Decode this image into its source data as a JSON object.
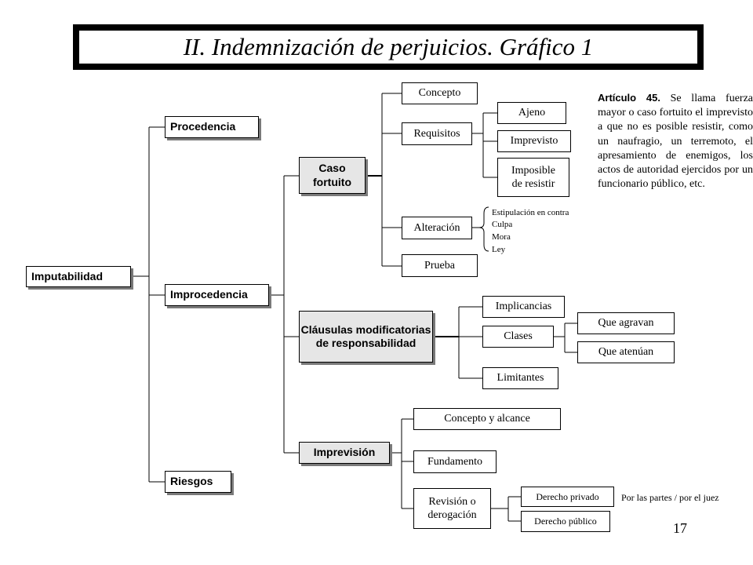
{
  "title": "II. Indemnización de perjuicios. Gráfico 1",
  "nodes": {
    "imputabilidad": "Imputabilidad",
    "procedencia": "Procedencia",
    "improcedencia": "Improcedencia",
    "riesgos": "Riesgos",
    "caso_fortuito": "Caso fortuito",
    "clausulas": "Cláusulas modificatorias de responsabilidad",
    "imprevision": "Imprevisión",
    "concepto": "Concepto",
    "requisitos": "Requisitos",
    "ajeno": "Ajeno",
    "imprevisto": "Imprevisto",
    "imposible": "Imposible de resistir",
    "alteracion": "Alteración",
    "prueba": "Prueba",
    "implicancias": "Implicancias",
    "clases": "Clases",
    "que_agravan": "Que agravan",
    "que_atenuan": "Que atenúan",
    "limitantes": "Limitantes",
    "concepto_alcance": "Concepto y alcance",
    "fundamento": "Fundamento",
    "revision": "Revisión o derogación",
    "derecho_privado": "Derecho privado",
    "derecho_publico": "Derecho público"
  },
  "alteracion_items": [
    "Estipulación en contra",
    "Culpa",
    "Mora",
    "Ley"
  ],
  "article": {
    "heading": "Artículo 45.",
    "text": "Se llama fuerza mayor o caso fortuito el imprevisto a que no es posible resistir, como un naufragio, un terremoto, el apresamiento de enemigos, los actos de autoridad ejercidos por un funcionario público, etc."
  },
  "revision_note": "Por las partes / por el juez",
  "page_number": "17"
}
